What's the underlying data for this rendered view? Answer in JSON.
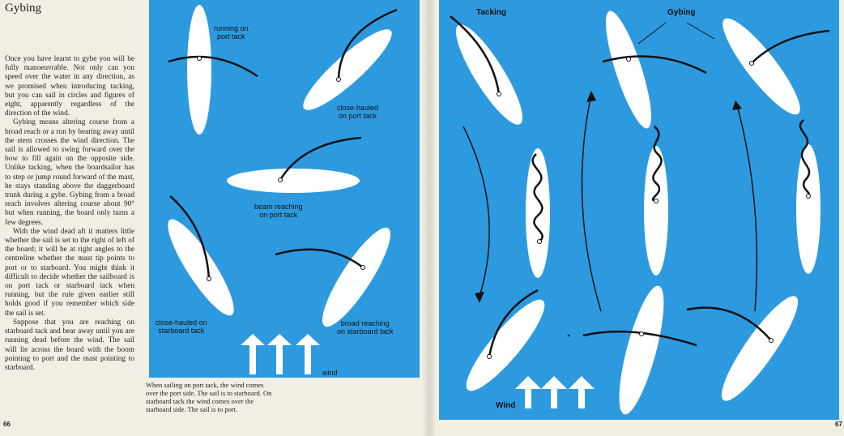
{
  "left_page": {
    "heading": "Gybing",
    "paragraphs": [
      "Once you have learnt to gybe you will be fully manoeuvrable. Not only can you speed over the water in any direction, as we promised when introducing tacking, but you can sail in circles and figures of eight, apparently regardless of the direction of the wind.",
      "Gybing means altering course from a broad reach or a run by bearing away until the stern crosses the wind direction. The sail is allowed to swing forward over the bow to fill again on the opposite side. Unlike tacking, when the boardsailor has to step or jump round forward of the mast, he stays standing above the daggerboard trunk during a gybe. Gybing from a broad reach involves altering course about 90° but when running, the board only turns a few degrees.",
      "With the wind dead aft it matters little whether the sail is set to the right of left of the board; it will be at right angles to the centreline whether the mast tip points to port or to starboard. You might think it difficult to decide whether the sailboard is on port tack or starboard tack when running, but the rule given earlier still holds good if you remember which side the sail is set.",
      "Suppose that you are reaching on starboard tack and bear away until you are running dead before the wind. The sail will lie across the board with the boom pointing to port and the mast pointing to starboard."
    ],
    "page_number": "66",
    "caption": "When sailing on port tack, the wind comes over the port side. The sail is to starboard. On starboard tack the wind comes over the starboard side. The sail is to port."
  },
  "diagram_left": {
    "labels": {
      "running_port": "running on\nport tack",
      "close_hauled_port": "close-hauled\non port tack",
      "beam_reaching_port": "beam reaching\non port tack",
      "close_hauled_starboard": "close-hauled on\nstarboard tack",
      "broad_reaching_starboard": "broad reaching\non starboard tack",
      "wind": "wind"
    }
  },
  "right_page": {
    "title_tacking": "Tacking",
    "title_gybing": "Gybing",
    "wind": "Wind",
    "page_number": "67"
  },
  "colors": {
    "blue": "#2d9ae0",
    "board": "#ffffff",
    "paper": "#f1eee4",
    "ink": "#111111"
  }
}
